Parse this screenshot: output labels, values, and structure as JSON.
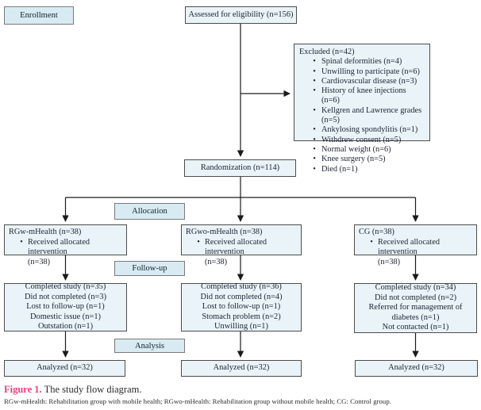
{
  "colors": {
    "box_fill": "#eaf3f8",
    "stage_label_fill": "#d8ebf2",
    "box_border": "#4c4c4c",
    "caption_accent": "#e8417e",
    "text": "#1b2531"
  },
  "stages": {
    "enrollment": "Enrollment",
    "allocation": "Allocation",
    "followup": "Follow-up",
    "analysis": "Analysis"
  },
  "flow": {
    "assessed": "Assessed for eligibility (n=156)",
    "excluded": {
      "title": "Excluded (n=42)",
      "items": [
        "Spinal deformities (n=4)",
        "Unwilling to participate (n=6)",
        "Cardiovascular disease (n=3)",
        "History of knee injections (n=6)",
        "Kellgren and Lawrence grades (n=5)",
        "Ankylosing spondylitis (n=1)",
        "Withdrew consent (n=5)",
        "Normal weight (n=6)",
        "Knee surgery (n=5)",
        "Died (n=1)"
      ]
    },
    "randomization": "Randomization (n=114)",
    "groups": [
      {
        "title": "RGw-mHealth (n=38)",
        "bullet": "Received allocated intervention",
        "n": "(n=38)"
      },
      {
        "title": "RGwo-mHealth (n=38)",
        "bullet": "Received allocated intervention",
        "n": "(n=38)"
      },
      {
        "title": "CG (n=38)",
        "bullet": "Received allocated intervention",
        "n": "(n=38)"
      }
    ],
    "followup": [
      {
        "lines": [
          "Completed study (n=35)",
          "Did not completed (n=3)",
          "Lost to follow-up (n=1)",
          "Domestic issue (n=1)",
          "Outstation (n=1)"
        ]
      },
      {
        "lines": [
          "Completed study (n=36)",
          "Did not completed (n=4)",
          "Lost to follow-up (n=1)",
          "Stomach problem (n=2)",
          "Unwilling (n=1)"
        ]
      },
      {
        "lines": [
          "Completed study (n=34)",
          "Did not completed (n=2)",
          "Referred for management of diabetes (n=1)",
          "Not contacted (n=1)"
        ]
      }
    ],
    "analyzed": [
      "Analyzed (n=32)",
      "Analyzed (n=32)",
      "Analyzed (n=32)"
    ]
  },
  "caption": {
    "label": "Figure 1.",
    "text": " The study flow diagram.",
    "footnote": "RGw-mHealth: Rehabilitation group with mobile health; RGwo-mHealth: Rehabilitation group without mobile health; CG: Control group."
  }
}
